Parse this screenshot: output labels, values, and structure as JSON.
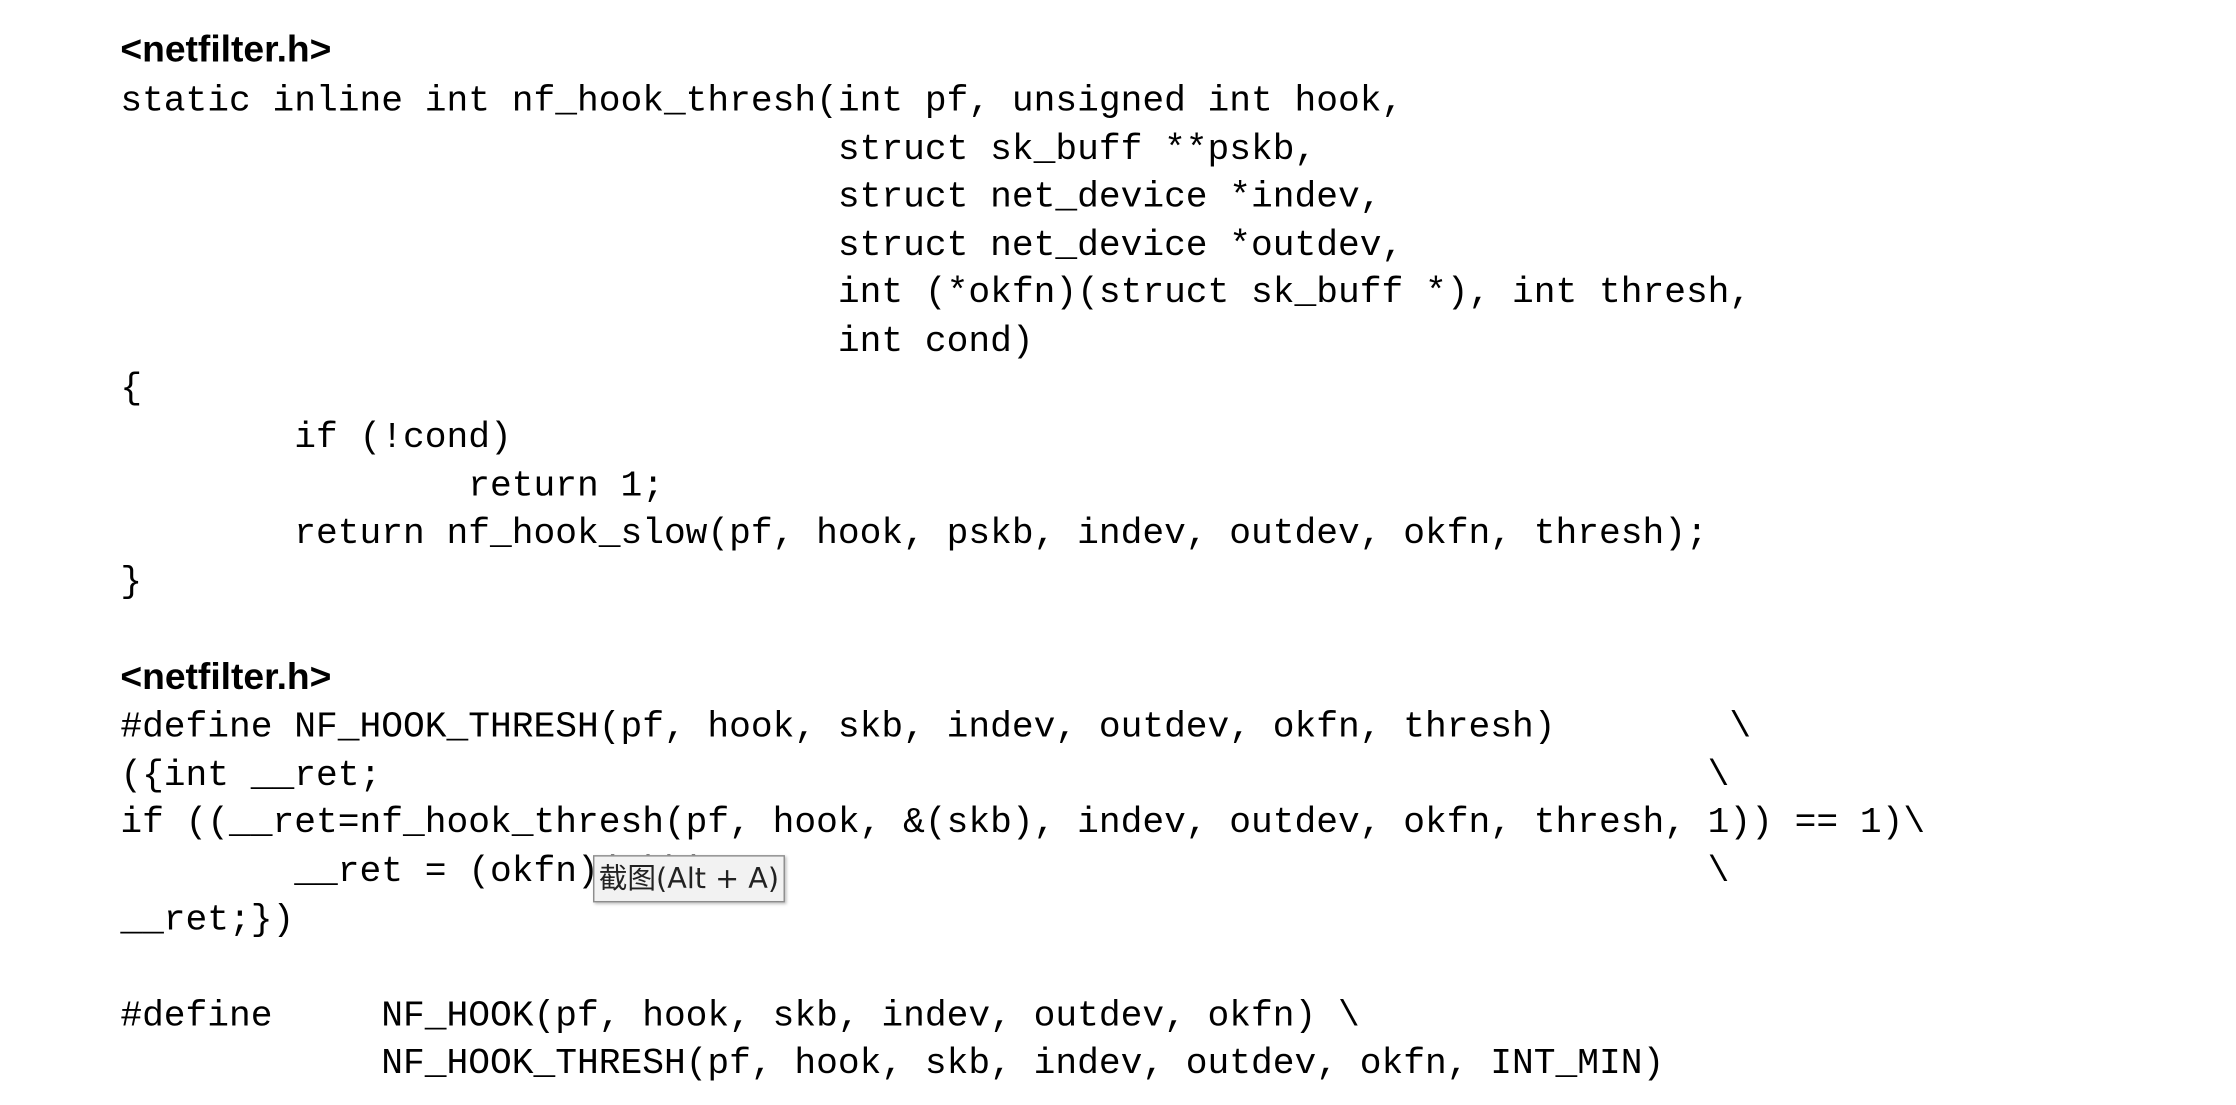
{
  "sections": [
    {
      "heading": "<netfilter.h>",
      "lines": [
        "static inline int nf_hook_thresh(int pf, unsigned int hook,",
        "                                 struct sk_buff **pskb,",
        "                                 struct net_device *indev,",
        "                                 struct net_device *outdev,",
        "                                 int (*okfn)(struct sk_buff *), int thresh,",
        "                                 int cond)",
        "{",
        "        if (!cond)",
        "                return 1;",
        "        return nf_hook_slow(pf, hook, pskb, indev, outdev, okfn, thresh);",
        "}"
      ]
    },
    {
      "heading": "<netfilter.h>",
      "lines": [
        "#define NF_HOOK_THRESH(pf, hook, skb, indev, outdev, okfn, thresh)        \\",
        "({int __ret;                                                             \\",
        "if ((__ret=nf_hook_thresh(pf, hook, &(skb), indev, outdev, okfn, thresh, 1)) == 1)\\",
        "        __ret = (okfn)(skb);                                             \\",
        "__ret;})",
        "",
        "#define     NF_HOOK(pf, hook, skb, indev, outdev, okfn) \\",
        "            NF_HOOK_THRESH(pf, hook, skb, indev, outdev, okfn, INT_MIN)"
      ]
    }
  ],
  "tooltip": {
    "text": "截图(Alt + A)"
  }
}
